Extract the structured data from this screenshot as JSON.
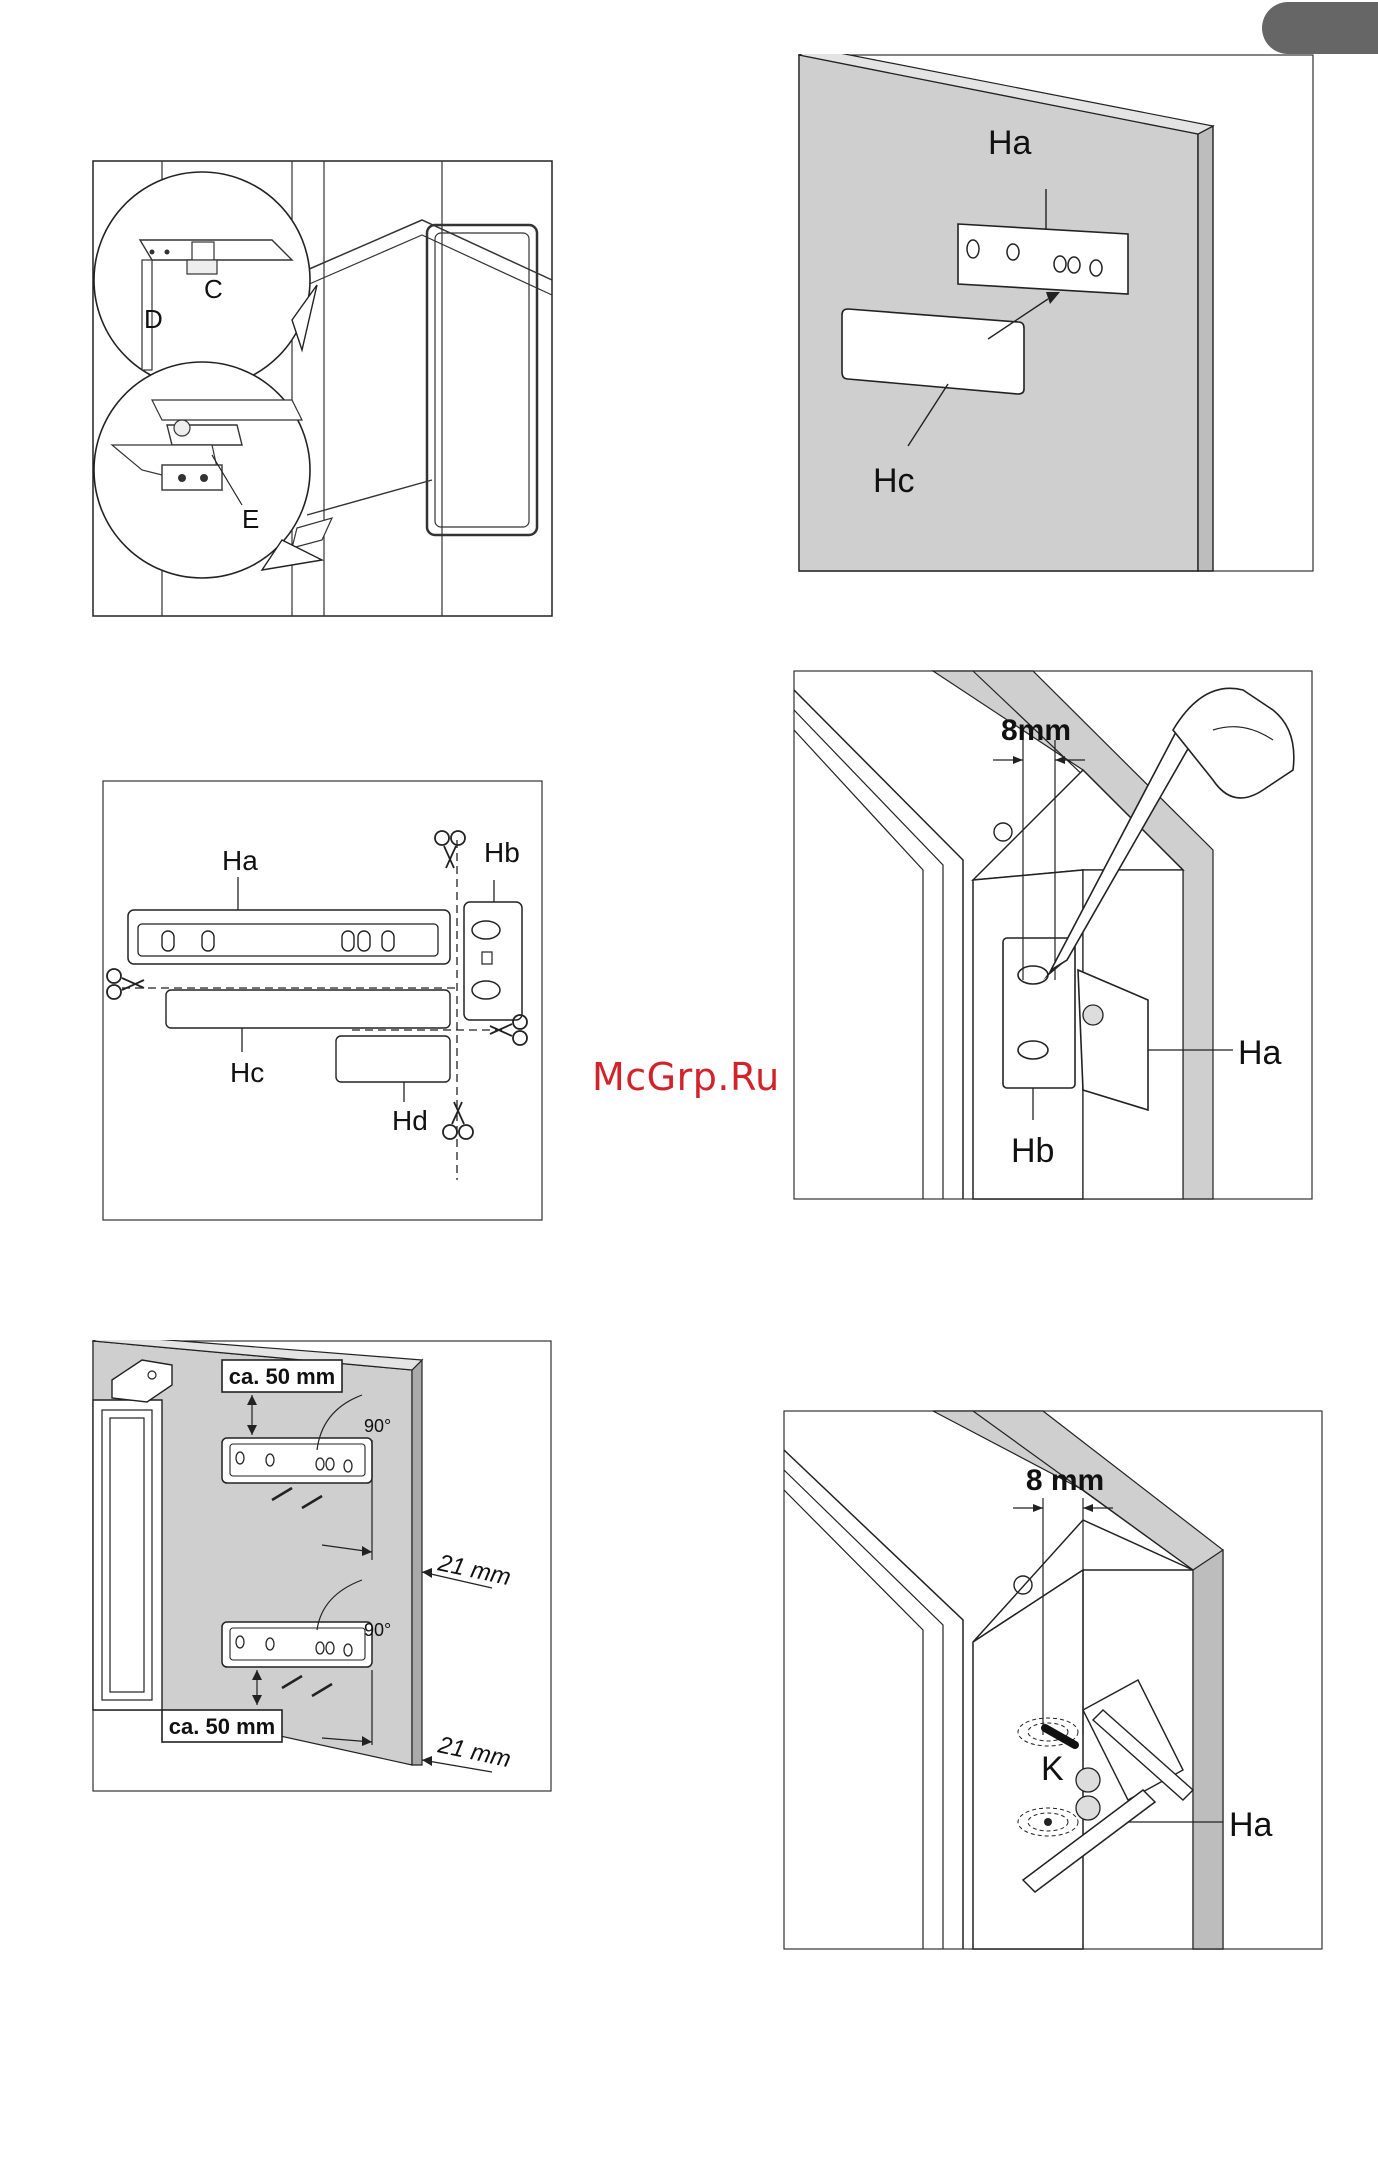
{
  "watermark": "McGrp.Ru",
  "fig1": {
    "label_c": "C",
    "label_d": "D",
    "label_e": "E"
  },
  "fig2": {
    "label_ha": "Ha",
    "label_hc": "Hc"
  },
  "fig3": {
    "label_ha": "Ha",
    "label_hb": "Hb",
    "label_hc": "Hc",
    "label_hd": "Hd"
  },
  "fig4": {
    "dim": "8mm",
    "label_ha": "Ha",
    "label_hb": "Hb"
  },
  "fig5": {
    "top_dim": "ca. 50 mm",
    "bottom_dim": "ca. 50 mm",
    "angle_top": "90°",
    "angle_bottom": "90°",
    "offset_top": "21 mm",
    "offset_bottom": "21 mm"
  },
  "fig6": {
    "dim": "8 mm",
    "label_k": "K",
    "label_ha": "Ha"
  },
  "colors": {
    "panel_gray": "#cfcfcf",
    "side_gray": "#bdbdbd",
    "watermark_red": "#d2232a",
    "tab_gray": "#666666"
  }
}
